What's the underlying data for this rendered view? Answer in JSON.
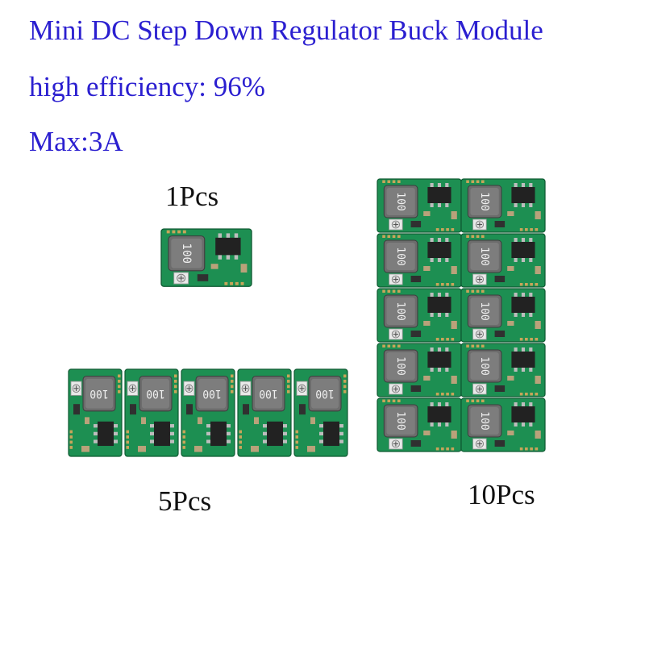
{
  "headlines": {
    "title": "Mini DC Step Down Regulator Buck Module",
    "efficiency": "high efficiency: 96%",
    "max_current": "Max:3A"
  },
  "groups": {
    "one": {
      "label": "1Pcs"
    },
    "five": {
      "label": "5Pcs"
    },
    "ten": {
      "label": "10Pcs"
    }
  },
  "inductor_marking": "100",
  "colors": {
    "headline": "#2b1fd0",
    "pcb": "#1d8f52",
    "inductor": "#6c6c6c",
    "chip": "#222222",
    "pad": "#c8a55a"
  }
}
